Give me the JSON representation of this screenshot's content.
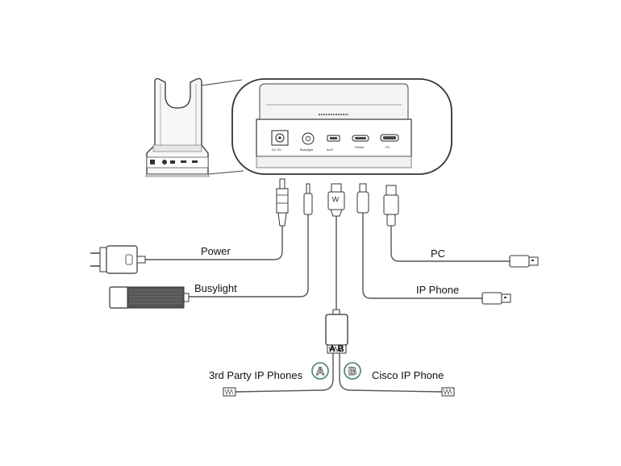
{
  "labels": {
    "power": "Power",
    "busylight": "Busylight",
    "pc": "PC",
    "ip_phone": "IP Phone",
    "third_party": "3rd Party IP Phones",
    "cisco": "Cisco IP Phone",
    "badge_a": "A",
    "badge_b": "B",
    "splitter_ab": "A B"
  },
  "port_labels": {
    "power_port": "DC 5V",
    "busylight_port": "Busylight",
    "aux_port": "AUX",
    "phone_port": "Phone",
    "pc_port": "PC"
  },
  "colors": {
    "line": "#555555",
    "badge_ring": "#5a8f74",
    "badge_fill": "#ffffff"
  }
}
